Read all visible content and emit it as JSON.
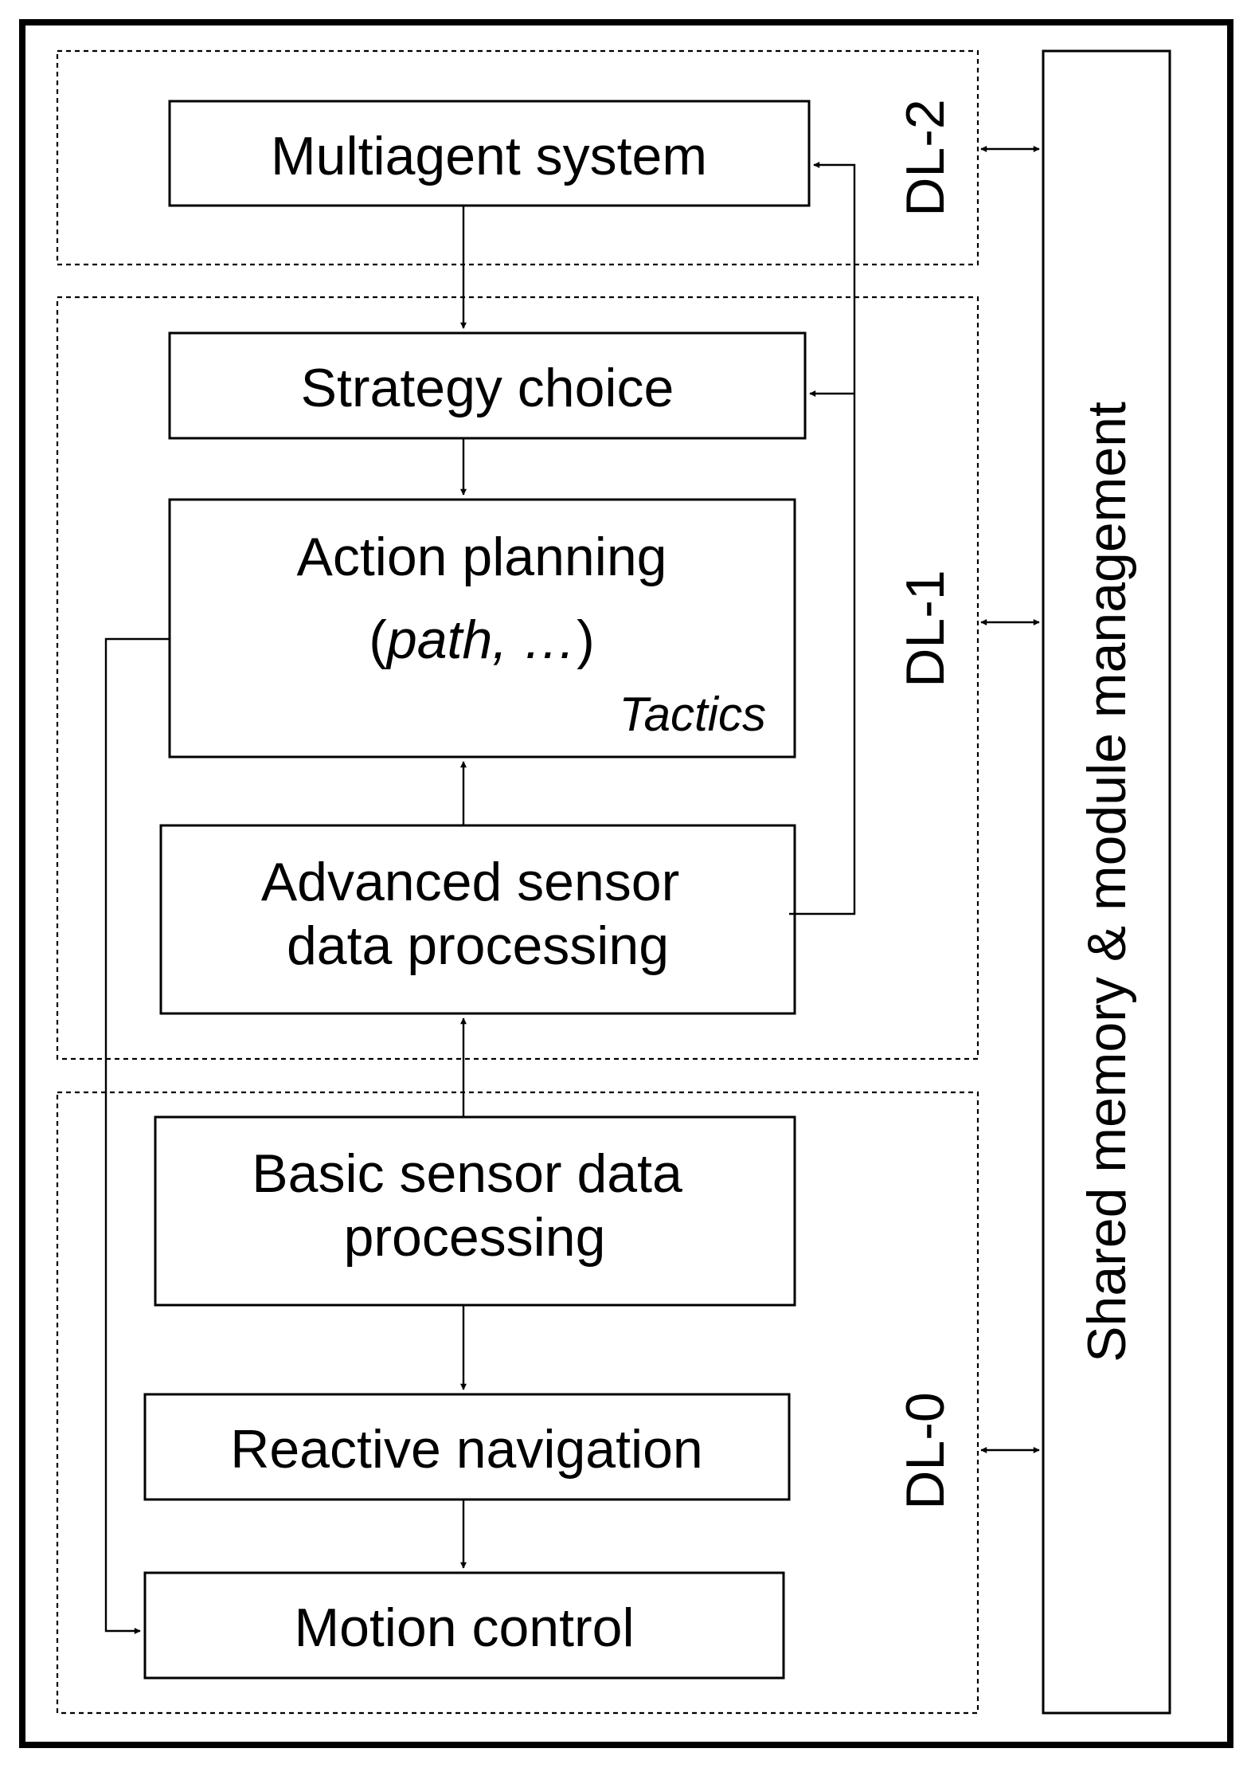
{
  "layers": {
    "dl2": "DL-2",
    "dl1": "DL-1",
    "dl0": "DL-0"
  },
  "shared": "Shared memory & module management",
  "boxes": {
    "multiagent": [
      "Multiagent system"
    ],
    "strategy": [
      "Strategy choice"
    ],
    "action_line1": "Action planning",
    "action_open": "(",
    "action_italic": "path, …",
    "action_close": ")",
    "tactics": "Tactics",
    "advanced": [
      "Advanced sensor",
      "data processing"
    ],
    "basic": [
      "Basic sensor data",
      "processing"
    ],
    "reactive": [
      "Reactive navigation"
    ],
    "motion": [
      "Motion control"
    ]
  }
}
